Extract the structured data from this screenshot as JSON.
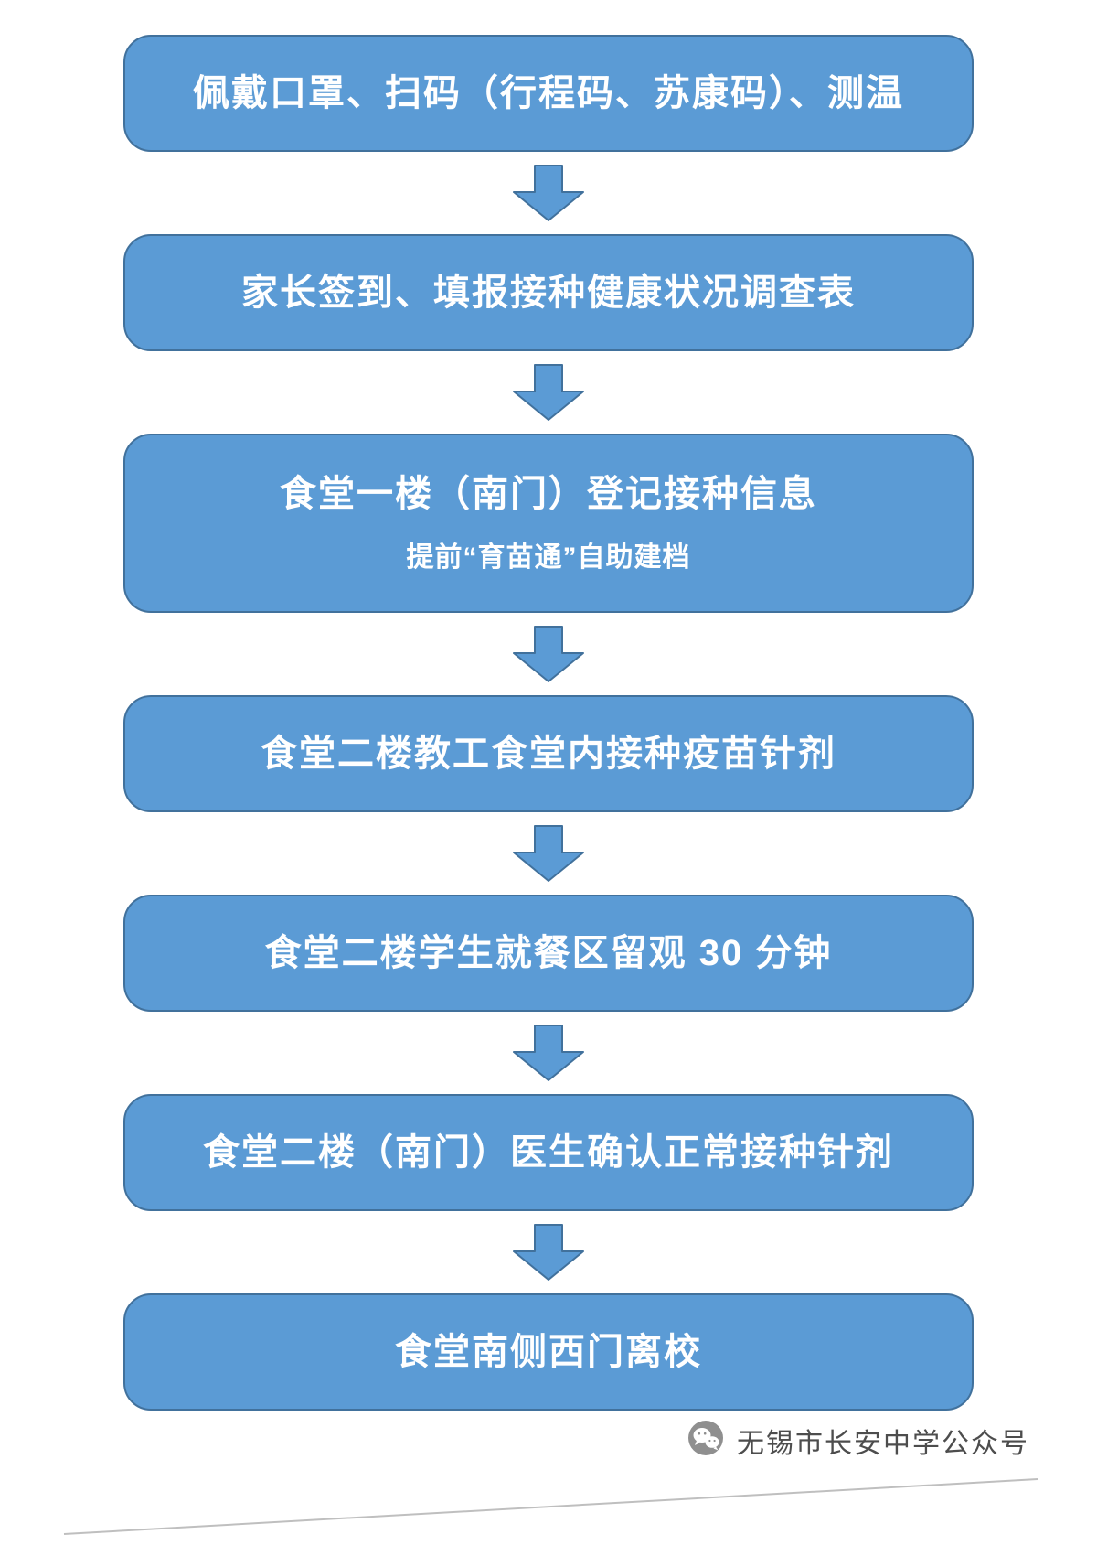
{
  "theme": {
    "box_fill": "#5B9BD5",
    "box_border": "#41719C",
    "text_color": "#FFFFFF",
    "footer_text_color": "#4d4d4d"
  },
  "flow": {
    "steps": [
      {
        "label": "佩戴口罩、扫码（行程码、苏康码）、测温"
      },
      {
        "label": "家长签到、填报接种健康状况调查表"
      },
      {
        "label": "食堂一楼（南门）登记接种信息",
        "sublabel": "提前“育苗通”自助建档"
      },
      {
        "label": "食堂二楼教工食堂内接种疫苗针剂"
      },
      {
        "label": "食堂二楼学生就餐区留观 30 分钟"
      },
      {
        "label": "食堂二楼（南门）医生确认正常接种针剂"
      },
      {
        "label": "食堂南侧西门离校"
      }
    ]
  },
  "footer": {
    "account_name": "无锡市长安中学公众号",
    "icon": "wechat-icon"
  }
}
